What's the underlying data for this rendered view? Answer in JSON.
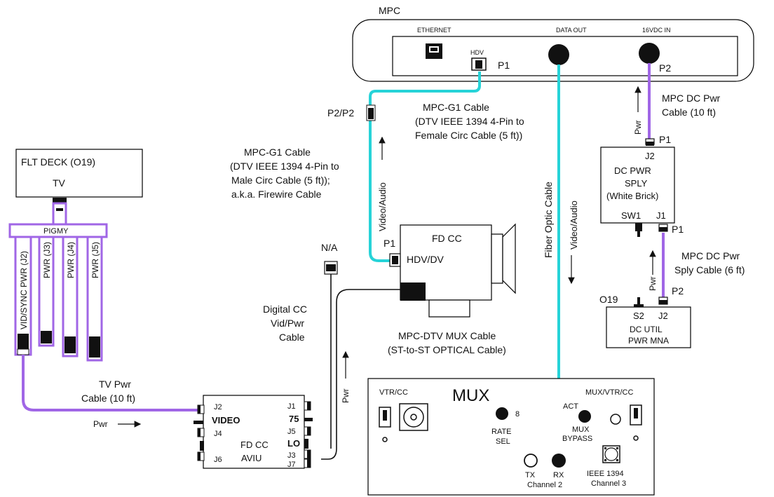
{
  "mpc": {
    "title": "MPC",
    "ethernet": "ETHERNET",
    "hdv": "HDV",
    "data_out": "DATA OUT",
    "dc_in": "16VDC IN",
    "p1": "P1",
    "p2": "P2"
  },
  "cables": {
    "mpc_g1_female": [
      "MPC-G1 Cable",
      "(DTV IEEE 1394 4-Pin to",
      "Female Circ Cable (5 ft))"
    ],
    "mpc_g1_male": [
      "MPC-G1 Cable",
      "(DTV IEEE 1394 4-Pin to",
      "Male Circ Cable (5 ft));",
      "a.k.a. Firewire Cable"
    ],
    "p2p2": "P2/P2",
    "video_audio": "Video/Audio",
    "fiber_optic": "Fiber Optic Cable",
    "mux_cable": [
      "MPC-DTV MUX Cable",
      "(ST-to-ST OPTICAL Cable)"
    ],
    "mpc_dc_pwr": [
      "MPC DC Pwr",
      "Cable (10 ft)"
    ],
    "mpc_dc_sply": [
      "MPC DC Pwr",
      "Sply Cable (6 ft)"
    ],
    "pwr": "Pwr",
    "tv_pwr": [
      "TV Pwr",
      "Cable (10 ft)"
    ],
    "digital_cc": [
      "Digital CC",
      "Vid/Pwr",
      "Cable"
    ],
    "na": "N/A"
  },
  "flt_deck": {
    "title": "FLT DECK (O19)",
    "tv": "TV",
    "pigmy": "PIGMY",
    "ports": [
      "VID/SYNC PWR (J2)",
      "PWR (J3)",
      "PWR (J4)",
      "PWR (J5)"
    ]
  },
  "fdcc": {
    "title": "FD CC",
    "hdvdv": "HDV/DV",
    "p1": "P1"
  },
  "dc_pwr_sply": {
    "j2": "J2",
    "p1_top": "P1",
    "lines": [
      "DC PWR",
      "SPLY",
      "(White Brick)"
    ],
    "sw1": "SW1",
    "j1": "J1",
    "p1_bottom": "P1"
  },
  "dc_util": {
    "o19": "O19",
    "s2": "S2",
    "j2": "J2",
    "p2": "P2",
    "lines": [
      "DC UTIL",
      "PWR MNA"
    ]
  },
  "aviu": {
    "j2": "J2",
    "video": "VIDEO",
    "j4": "J4",
    "j6": "J6",
    "j1": "J1",
    "ohm75": "75",
    "j5": "J5",
    "lo": "LO",
    "j3": "J3",
    "j7": "J7",
    "lines": [
      "FD CC",
      "AVIU"
    ]
  },
  "mux": {
    "title": "MUX",
    "vtr_cc": "VTR/CC",
    "mux_vtr_cc": "MUX/VTR/CC",
    "rate_sel": [
      "RATE",
      "SEL"
    ],
    "eight": "8",
    "act": "ACT",
    "bypass": [
      "MUX",
      "BYPASS"
    ],
    "tx": "TX",
    "rx": "RX",
    "channel2": "Channel 2",
    "ieee": "IEEE 1394",
    "channel3": "Channel 3"
  }
}
